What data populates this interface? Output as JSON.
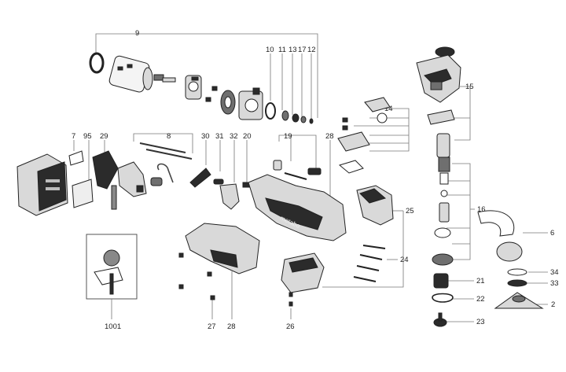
{
  "callouts": {
    "c9": "9",
    "c10": "10",
    "c11": "11",
    "c13": "13",
    "c17": "17",
    "c12": "12",
    "c14": "14",
    "c15": "15",
    "c7": "7",
    "c95": "95",
    "c29": "29",
    "c8": "8",
    "c30": "30",
    "c31": "31",
    "c32": "32",
    "c20": "20",
    "c19": "19",
    "c28a": "28",
    "c25": "25",
    "c16": "16",
    "c6": "6",
    "c24": "24",
    "c34": "34",
    "c33": "33",
    "c21": "21",
    "c22": "22",
    "c2": "2",
    "c23": "23",
    "c1001": "1001",
    "c27": "27",
    "c28b": "28",
    "c26": "26"
  },
  "housing_brand": "metabo",
  "colors": {
    "line": "#777777",
    "dark_part": "#2b2b2b",
    "mid_part": "#6f6f6f",
    "text": "#222222"
  }
}
